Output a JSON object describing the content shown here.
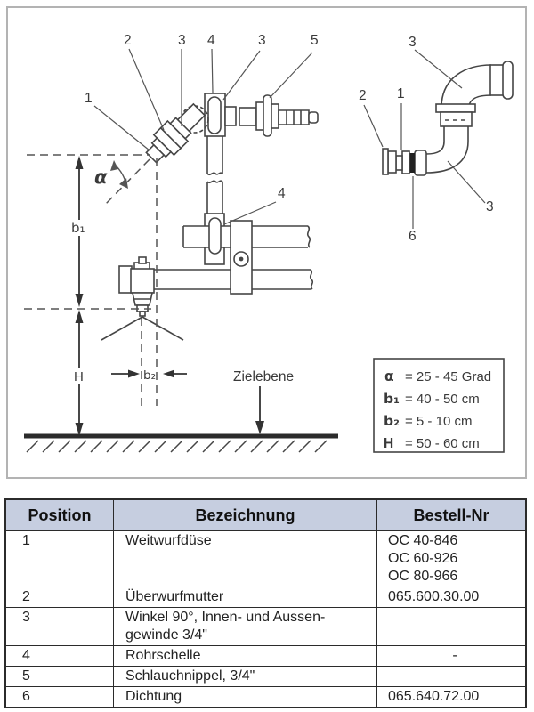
{
  "figure": {
    "callouts": {
      "c1": "1",
      "c2": "2",
      "c3": "3",
      "c4": "4",
      "c5": "5",
      "c6": "6"
    },
    "labels": {
      "alpha": "α",
      "b1": "b₁",
      "b2": "b₂",
      "h": "H",
      "zielebene": "Zielebene"
    },
    "legend": [
      {
        "sym": "α",
        "val": "= 25 - 45 Grad"
      },
      {
        "sym": "b₁",
        "val": "= 40 - 50 cm"
      },
      {
        "sym": "b₂",
        "val": "= 5 - 10 cm"
      },
      {
        "sym": "H",
        "val": "= 50 - 60 cm"
      }
    ]
  },
  "table": {
    "headers": [
      "Position",
      "Bezeichnung",
      "Bestell-Nr"
    ],
    "rows": [
      {
        "pos": "1",
        "name": [
          "Weitwurfdüse"
        ],
        "order": [
          "OC 40-846",
          "OC 60-926",
          "OC 80-966"
        ]
      },
      {
        "pos": "2",
        "name": [
          "Überwurfmutter"
        ],
        "order": [
          "065.600.30.00"
        ]
      },
      {
        "pos": "3",
        "name": [
          "Winkel 90°, Innen- und Aussen-",
          "gewinde 3/4\""
        ],
        "order": []
      },
      {
        "pos": "4",
        "name": [
          "Rohrschelle"
        ],
        "order": [
          "-"
        ]
      },
      {
        "pos": "5",
        "name": [
          "Schlauchnippel, 3/4\""
        ],
        "order": []
      },
      {
        "pos": "6",
        "name": [
          "Dichtung"
        ],
        "order": [
          "065.640.72.00"
        ]
      }
    ]
  },
  "colors": {
    "table_header_bg": "#c6cee0",
    "table_border": "#2b2b2b",
    "drawing_line": "#454545",
    "figure_border": "#b3b3b3",
    "seal_fill": "#222222"
  }
}
